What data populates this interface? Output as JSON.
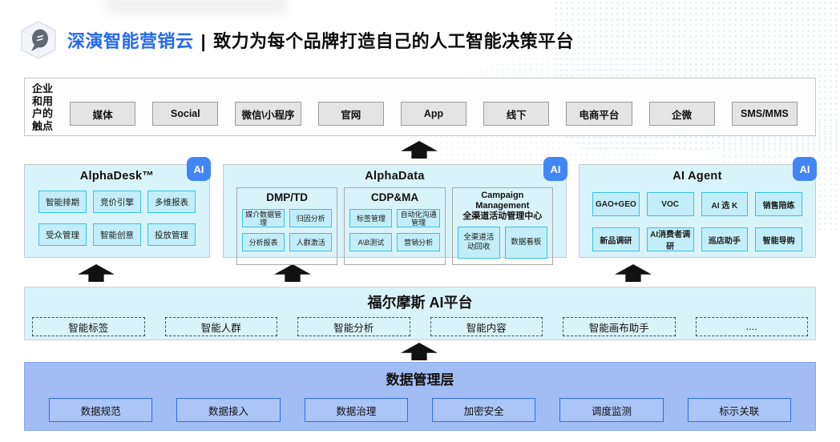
{
  "header": {
    "brand": "深演智能营销云",
    "separator": "|",
    "tagline": "致力为每个品牌打造自己的人工智能决策平台"
  },
  "touchpoints": {
    "label_lines": [
      "企业",
      "和用",
      "户的",
      "触点"
    ],
    "items": [
      "媒体",
      "Social",
      "微信\\小程序",
      "官网",
      "App",
      "线下",
      "电商平台",
      "企微",
      "SMS/MMS"
    ]
  },
  "panels": {
    "ai_badge": "AI",
    "alphadesk": {
      "title": "AlphaDesk™",
      "items": [
        "智能排期",
        "竞价引擎",
        "多维报表",
        "受众管理",
        "智能创意",
        "投放管理"
      ]
    },
    "alphadata": {
      "title": "AlphaData",
      "groups": [
        {
          "title": "DMP/TD",
          "items": [
            "媒介数据管理",
            "归因分析",
            "分析报表",
            "人群激活"
          ]
        },
        {
          "title": "CDP&MA",
          "items": [
            "标签管理",
            "自动化沟通管理",
            "A\\B测试",
            "营销分析"
          ]
        },
        {
          "title_line1": "Campaign Management",
          "title_line2": "全渠道活动管理中心",
          "items": [
            "全渠道活动回收",
            "数据看板"
          ]
        }
      ]
    },
    "ai_agent": {
      "title": "AI Agent",
      "items": [
        "GAO+GEO",
        "VOC",
        "AI 选 K",
        "销售陪练",
        "新品调研",
        "AI消费者调研",
        "巡店助手",
        "智能导购"
      ]
    }
  },
  "holmes": {
    "title": "福尔摩斯 AI平台",
    "items": [
      "智能标签",
      "智能人群",
      "智能分析",
      "智能内容",
      "智能画布助手",
      "...."
    ]
  },
  "data_layer": {
    "title": "数据管理层",
    "items": [
      "数据规范",
      "数据接入",
      "数据治理",
      "加密安全",
      "调度监测",
      "标示关联"
    ]
  },
  "colors": {
    "brand_blue": "#2468F2",
    "badge_blue": "#4286F5",
    "panel_cyan": "#D9F3FA",
    "item_cyan_fill": "#C3EDF8",
    "item_cyan_border": "#33C5E8",
    "data_layer_fill": "#A2BDF4",
    "data_item_fill": "#ABC5F7",
    "data_item_border": "#2D6EE8",
    "arrow_black": "#111111"
  }
}
